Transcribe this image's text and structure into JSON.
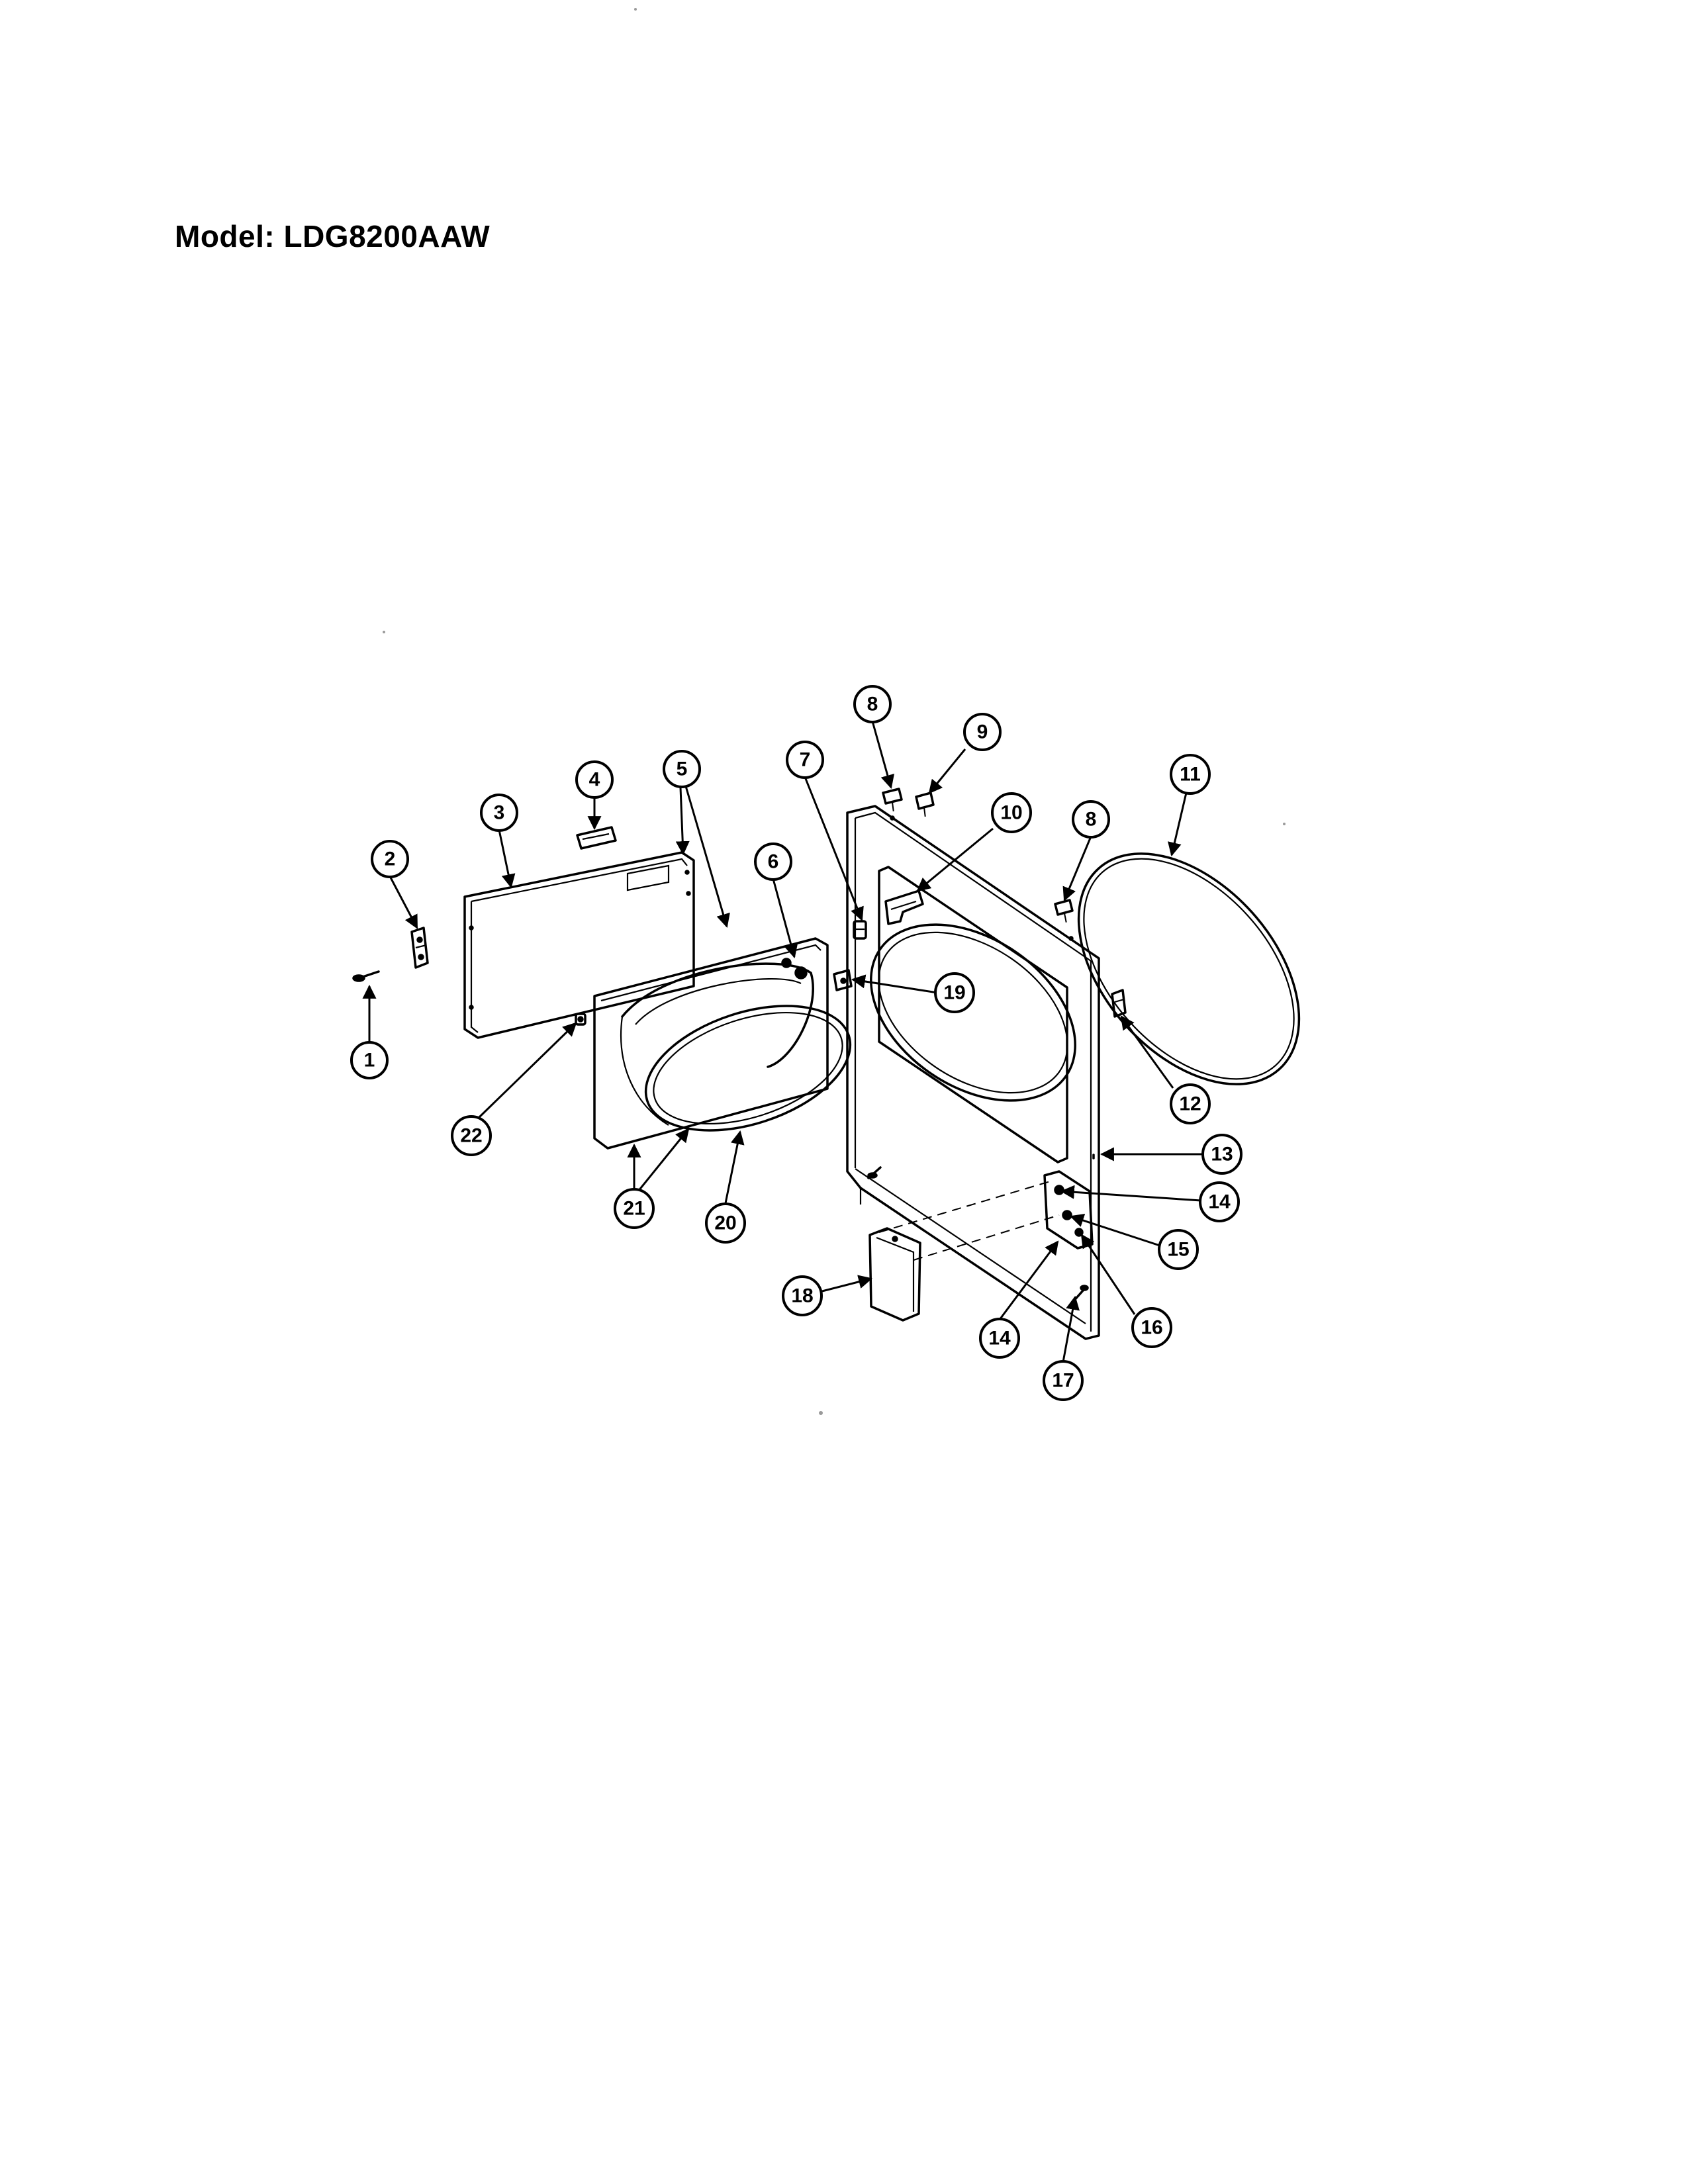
{
  "title": "Model:  LDG8200AAW",
  "callouts": [
    "1",
    "2",
    "3",
    "4",
    "5",
    "6",
    "7",
    "8",
    "9",
    "10",
    "11",
    "8",
    "12",
    "13",
    "14",
    "15",
    "16",
    "17",
    "18",
    "14",
    "19",
    "20",
    "21",
    "22"
  ]
}
